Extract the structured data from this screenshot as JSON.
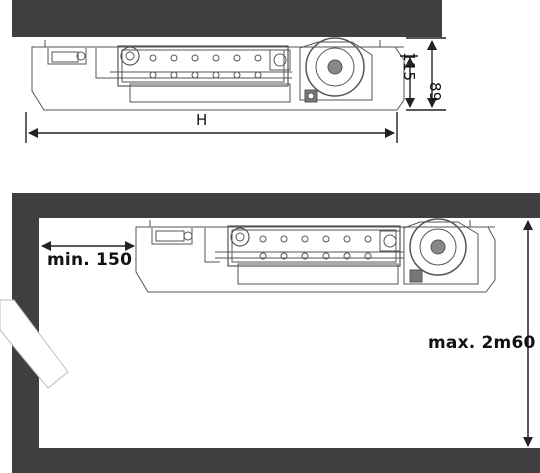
{
  "top_diagram": {
    "width_label": "H",
    "height_label_a": "115",
    "height_label_b": "89"
  },
  "bottom_diagram": {
    "side_clearance_label": "min. 150",
    "max_height_label": "max. 2m60"
  },
  "colors": {
    "wall": "#3f3f3f",
    "line": "#555555",
    "dimension": "#222222"
  }
}
